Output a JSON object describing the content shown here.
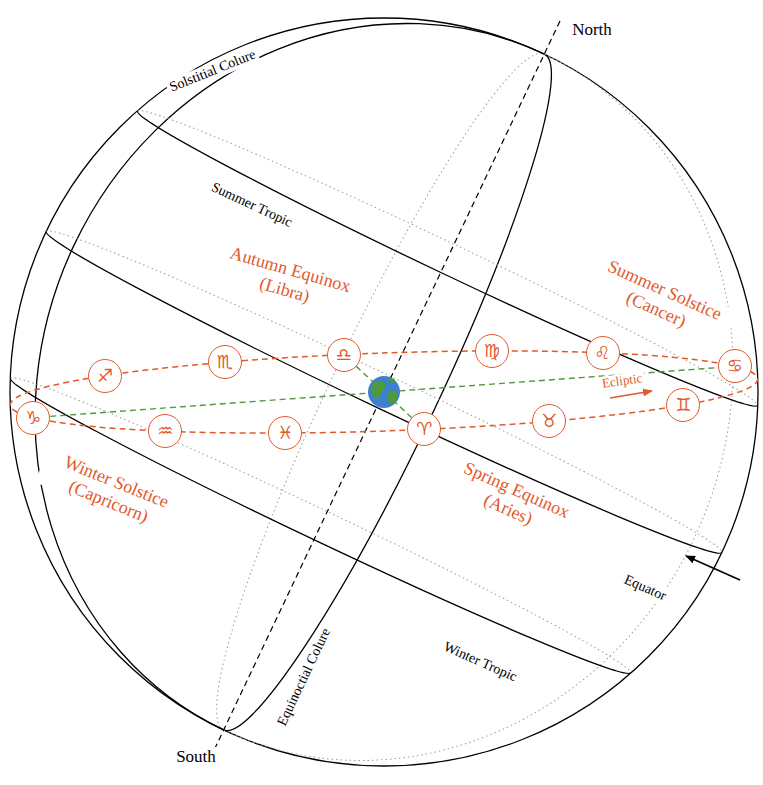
{
  "diagram": {
    "nodes": [
      {
        "text": [
          "♐"
        ]
      },
      {
        "text": [
          "♏"
        ]
      },
      {
        "text": [
          "♎"
        ]
      },
      {
        "text": [
          "♍"
        ]
      },
      {
        "text": [
          "♌"
        ]
      },
      {
        "text": [
          "♋"
        ]
      },
      {
        "text": [
          "♑"
        ]
      },
      {
        "text": [
          "♒"
        ]
      },
      {
        "text": [
          "♓"
        ]
      },
      {
        "text": [
          "♈"
        ]
      },
      {
        "text": [
          "♉"
        ]
      },
      {
        "text": [
          "♊"
        ]
      }
    ],
    "edges": [
      {
        "from": 6,
        "to": 5,
        "arrow": "none"
      },
      {
        "from": 2,
        "to": 9,
        "arrow": "none"
      }
    ],
    "labels": [
      "North",
      "Solstitial Colure",
      "Summer Tropic",
      "Autumn Equinox (Libra)",
      "Summer Solstice (Cancer)",
      "Ecliptic",
      "Winter Solstice (Capricorn)",
      "Spring Equinox (Aries)",
      "Equator",
      "Winter Tropic",
      "Equinoctial Colure",
      "South"
    ]
  }
}
